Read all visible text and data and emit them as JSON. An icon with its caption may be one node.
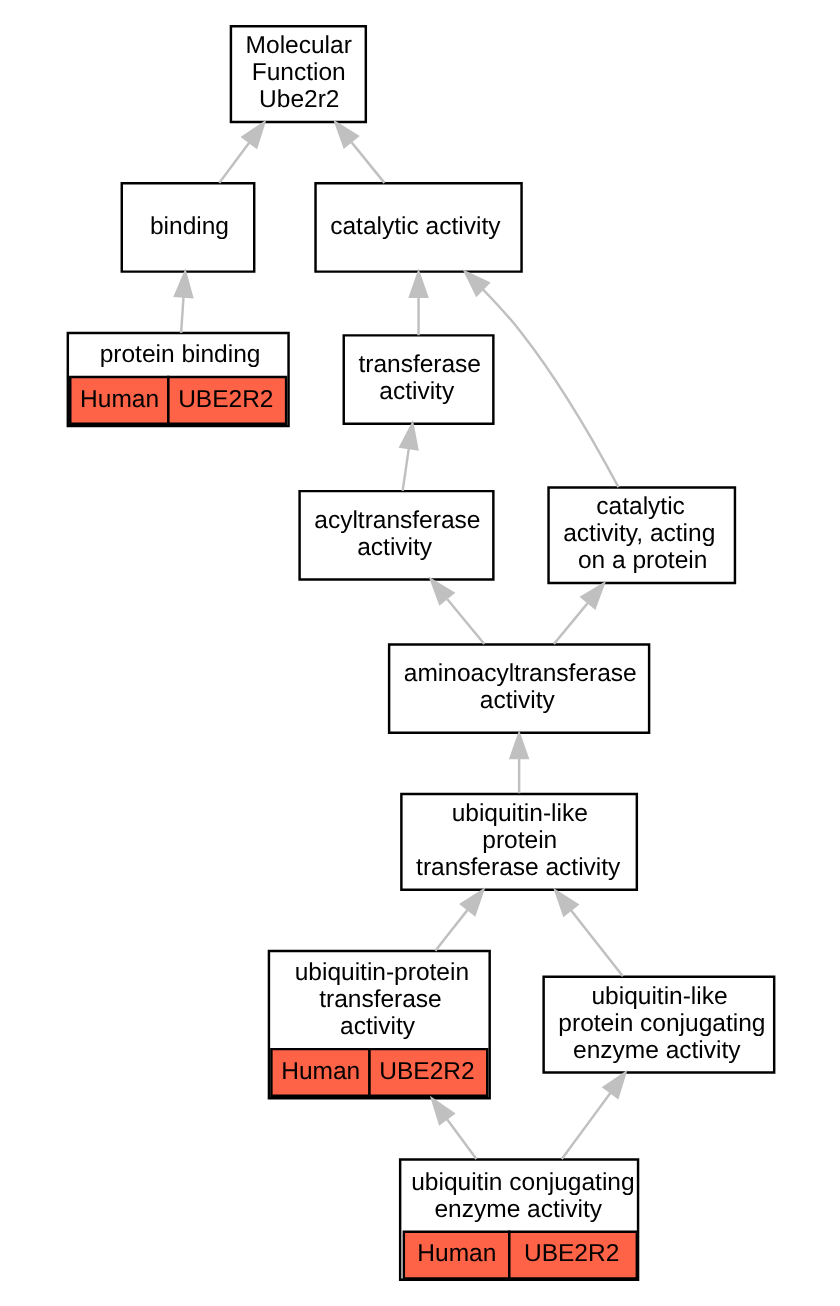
{
  "diagram": {
    "nodes": [
      {
        "text": [
          "Molecular Function Ube2r2"
        ]
      },
      {
        "text": [
          "binding"
        ]
      },
      {
        "text": [
          "catalytic activity"
        ]
      },
      {
        "text": [
          "protein binding",
          "Human",
          "UBE2R2"
        ]
      },
      {
        "text": [
          "transferase activity"
        ]
      },
      {
        "text": [
          "acyltransferase activity"
        ]
      },
      {
        "text": [
          "catalytic activity, acting on a protein"
        ]
      },
      {
        "text": [
          "aminoacyltransferase activity"
        ]
      },
      {
        "text": [
          "ubiquitin-like protein transferase activity"
        ]
      },
      {
        "text": [
          "ubiquitin-protein transferase activity",
          "Human",
          "UBE2R2"
        ]
      },
      {
        "text": [
          "ubiquitin-like protein conjugating enzyme activity"
        ]
      },
      {
        "text": [
          "ubiquitin conjugating enzyme activity",
          "Human",
          "UBE2R2"
        ]
      }
    ],
    "edges": [
      {
        "from": 1,
        "to": 0,
        "arrow": "to"
      },
      {
        "from": 2,
        "to": 0,
        "arrow": "to"
      },
      {
        "from": 3,
        "to": 1,
        "arrow": "to"
      },
      {
        "from": 4,
        "to": 2,
        "arrow": "to"
      },
      {
        "from": 6,
        "to": 2,
        "arrow": "to"
      },
      {
        "from": 5,
        "to": 4,
        "arrow": "to"
      },
      {
        "from": 7,
        "to": 5,
        "arrow": "to"
      },
      {
        "from": 7,
        "to": 6,
        "arrow": "to"
      },
      {
        "from": 8,
        "to": 7,
        "arrow": "to"
      },
      {
        "from": 9,
        "to": 8,
        "arrow": "to"
      },
      {
        "from": 10,
        "to": 8,
        "arrow": "to"
      },
      {
        "from": 11,
        "to": 9,
        "arrow": "to"
      },
      {
        "from": 11,
        "to": 10,
        "arrow": "to"
      }
    ]
  }
}
